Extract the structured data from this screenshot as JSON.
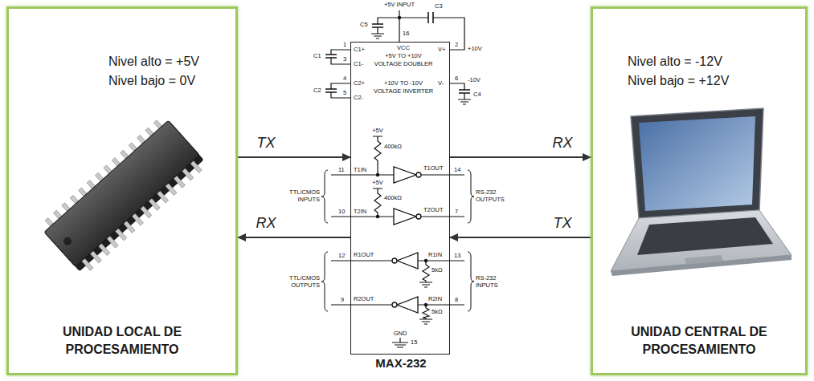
{
  "diagram": {
    "nodes": [
      {
        "text": [
          "Nivel alto = +5V",
          "Nivel bajo = 0V",
          "UNIDAD LOCAL DE PROCESAMIENTO"
        ]
      },
      {
        "text": [
          "MAX-232"
        ]
      },
      {
        "text": [
          "Nivel alto = -12V",
          "Nivel bajo = +12V",
          "UNIDAD CENTRAL DE PROCESAMIENTO"
        ]
      }
    ],
    "edges": [
      {
        "from": 0,
        "to": 1,
        "arrow": "to",
        "label": "TX"
      },
      {
        "from": 1,
        "to": 2,
        "arrow": "to",
        "label": "RX"
      },
      {
        "from": 2,
        "to": 1,
        "arrow": "to",
        "label": "TX"
      },
      {
        "from": 1,
        "to": 0,
        "arrow": "to",
        "label": "RX"
      }
    ],
    "labels": [
      "+5V INPUT",
      "C3",
      "C5",
      "16",
      "1",
      "C1+",
      "VCC",
      "+5V TO +10V",
      "VOLTAGE DOUBLER",
      "V+",
      "2",
      "+10V",
      "C1",
      "3",
      "C1-",
      "4",
      "C2+",
      "+10V TO -10V",
      "VOLTAGE INVERTER",
      "V-",
      "6",
      "-10V",
      "C2",
      "5",
      "C2-",
      "C4",
      "+5V",
      "400kΩ",
      "11",
      "T1IN",
      "T1OUT",
      "14",
      "+5V",
      "400kΩ",
      "10",
      "T2IN",
      "T2OUT",
      "7",
      "TTL/CMOS INPUTS",
      "RS-232 OUTPUTS",
      "12",
      "R1OUT",
      "R1IN",
      "13",
      "5kΩ",
      "9",
      "R2OUT",
      "R2IN",
      "8",
      "5kΩ",
      "TTL/CMOS OUTPUTS",
      "RS-232 INPUTS",
      "GND",
      "15"
    ]
  }
}
